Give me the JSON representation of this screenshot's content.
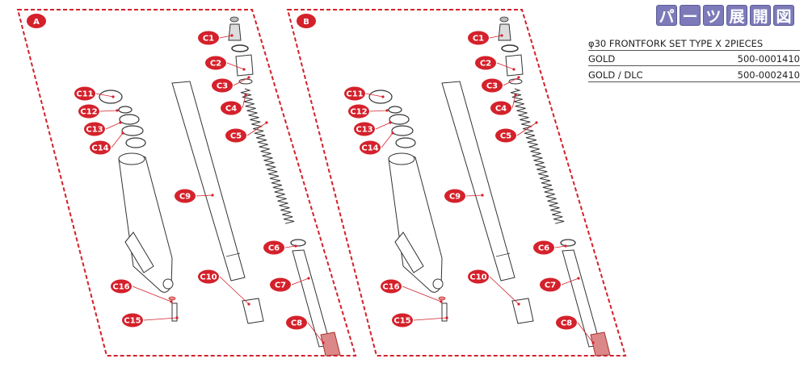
{
  "title_chars": [
    "パ",
    "ー",
    "ツ",
    "展",
    "開",
    "図"
  ],
  "spec": {
    "heading": "φ30 FRONTFORK SET TYPE X 2PIECES",
    "rows": [
      {
        "name": "GOLD",
        "code": "500-0001410"
      },
      {
        "name": "GOLD / DLC",
        "code": "500-0002410"
      }
    ]
  },
  "panels": [
    {
      "label": "A"
    },
    {
      "label": "B"
    }
  ],
  "parts": [
    "C1",
    "C2",
    "C3",
    "C4",
    "C5",
    "C6",
    "C7",
    "C8",
    "C9",
    "C10",
    "C11",
    "C12",
    "C13",
    "C14",
    "C15",
    "C16"
  ],
  "colors": {
    "accent_red": "#d4212b",
    "title_purple": "#7c7ab8"
  }
}
